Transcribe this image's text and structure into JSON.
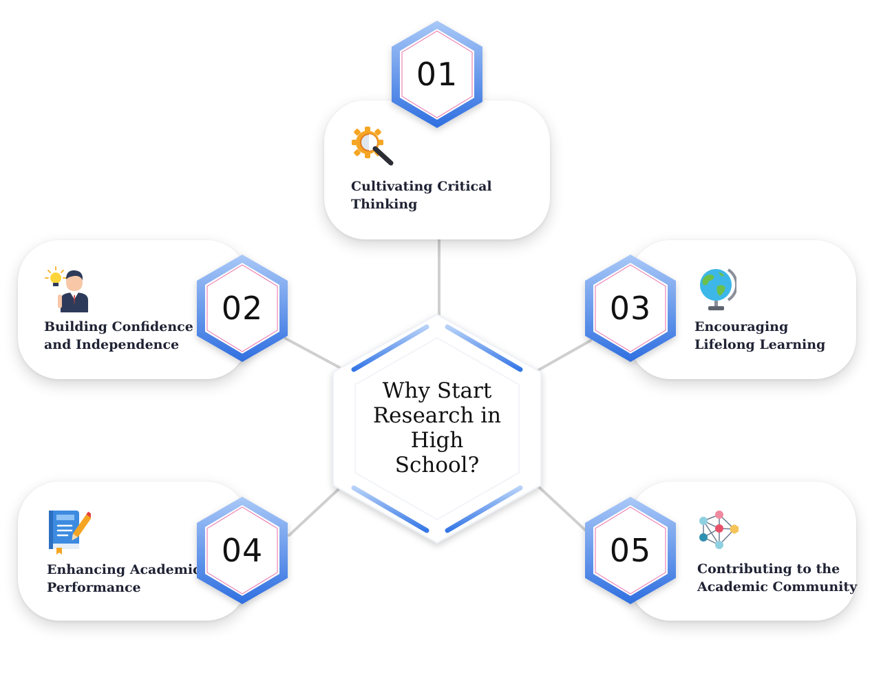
{
  "center": {
    "title": "Why Start Research in High School?"
  },
  "items": [
    {
      "number": "01",
      "label_line1": "Cultivating Critical",
      "label_line2": "Thinking",
      "icon": "gear-magnifier-icon"
    },
    {
      "number": "02",
      "label_line1": "Building Confidence",
      "label_line2": "and Independence",
      "icon": "confident-person-icon"
    },
    {
      "number": "03",
      "label_line1": "Encouraging",
      "label_line2": "Lifelong Learning",
      "icon": "globe-icon"
    },
    {
      "number": "04",
      "label_line1": "Enhancing Academic",
      "label_line2": "Performance",
      "icon": "book-pencil-icon"
    },
    {
      "number": "05",
      "label_line1": "Contributing to the",
      "label_line2": "Academic Community",
      "icon": "network-icon"
    }
  ],
  "colors": {
    "accent_blue": "#3d7be8",
    "light_blue": "#9dc0f4",
    "pink_outline": "#e86aa6",
    "text": "#1f2233"
  }
}
